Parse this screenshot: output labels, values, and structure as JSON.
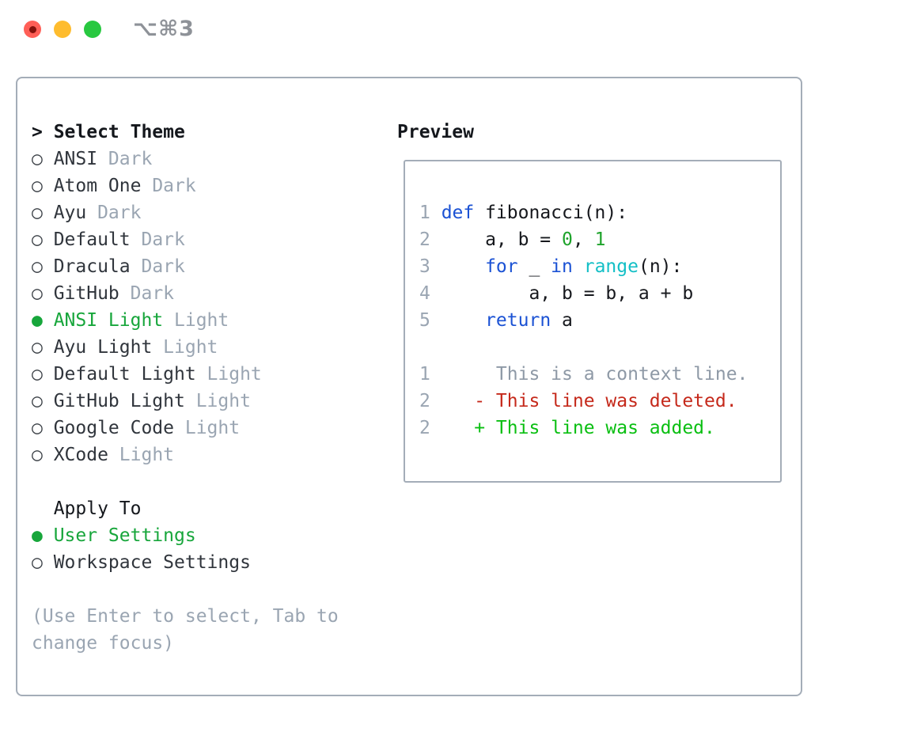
{
  "titlebar": {
    "shortcut": "⌥⌘3"
  },
  "window_controls": {
    "close_color": "#ff5f57",
    "minimize_color": "#febc2e",
    "zoom_color": "#28c840"
  },
  "colors": {
    "border": "#a4adb8",
    "text_dark": "#16181d",
    "text_muted": "#9aa5b2",
    "selected_green": "#17a63b",
    "keyword_blue": "#1b52d4",
    "builtin_cyan": "#13bfc6",
    "number_green": "#1ea32b",
    "diff_deleted_red": "#c5291b",
    "diff_added_green": "#0abf12"
  },
  "theme_list": {
    "header": {
      "marker": ">",
      "label": "Select Theme"
    },
    "items": [
      {
        "marker": "○",
        "name": "ANSI",
        "variant": "Dark",
        "selected": false
      },
      {
        "marker": "○",
        "name": "Atom One",
        "variant": "Dark",
        "selected": false
      },
      {
        "marker": "○",
        "name": "Ayu",
        "variant": "Dark",
        "selected": false
      },
      {
        "marker": "○",
        "name": "Default",
        "variant": "Dark",
        "selected": false
      },
      {
        "marker": "○",
        "name": "Dracula",
        "variant": "Dark",
        "selected": false
      },
      {
        "marker": "○",
        "name": "GitHub",
        "variant": "Dark",
        "selected": false
      },
      {
        "marker": "●",
        "name": "ANSI Light",
        "variant": "Light",
        "selected": true
      },
      {
        "marker": "○",
        "name": "Ayu Light",
        "variant": "Light",
        "selected": false
      },
      {
        "marker": "○",
        "name": "Default Light",
        "variant": "Light",
        "selected": false
      },
      {
        "marker": "○",
        "name": "GitHub Light",
        "variant": "Light",
        "selected": false
      },
      {
        "marker": "○",
        "name": "Google Code",
        "variant": "Light",
        "selected": false
      },
      {
        "marker": "○",
        "name": "XCode",
        "variant": "Light",
        "selected": false
      }
    ]
  },
  "apply_to": {
    "header": "Apply To",
    "options": [
      {
        "marker": "●",
        "label": "User Settings",
        "selected": true
      },
      {
        "marker": "○",
        "label": "Workspace Settings",
        "selected": false
      }
    ]
  },
  "help": {
    "text": "(Use Enter to select, Tab to change focus)"
  },
  "preview": {
    "title": "Preview",
    "code_lines": [
      {
        "num": "1",
        "tokens": [
          {
            "c": "k",
            "t": "def"
          },
          {
            "c": "p",
            "t": " fibonacci(n):"
          }
        ]
      },
      {
        "num": "2",
        "tokens": [
          {
            "c": "p",
            "t": "    a, b = "
          },
          {
            "c": "n",
            "t": "0"
          },
          {
            "c": "p",
            "t": ", "
          },
          {
            "c": "n",
            "t": "1"
          }
        ]
      },
      {
        "num": "3",
        "tokens": [
          {
            "c": "p",
            "t": "    "
          },
          {
            "c": "k",
            "t": "for"
          },
          {
            "c": "p",
            "t": " _ "
          },
          {
            "c": "k",
            "t": "in"
          },
          {
            "c": "p",
            "t": " "
          },
          {
            "c": "b",
            "t": "range"
          },
          {
            "c": "p",
            "t": "(n):"
          }
        ]
      },
      {
        "num": "4",
        "tokens": [
          {
            "c": "p",
            "t": "        a, b = b, a + b"
          }
        ]
      },
      {
        "num": "5",
        "tokens": [
          {
            "c": "p",
            "t": "    "
          },
          {
            "c": "k",
            "t": "return"
          },
          {
            "c": "p",
            "t": " a"
          }
        ]
      }
    ],
    "diff_lines": [
      {
        "num": "1",
        "text": "     This is a context line.",
        "type": "context"
      },
      {
        "num": "2",
        "text": "   - This line was deleted.",
        "type": "deleted"
      },
      {
        "num": "2",
        "text": "   + This line was added.",
        "type": "added"
      }
    ]
  }
}
